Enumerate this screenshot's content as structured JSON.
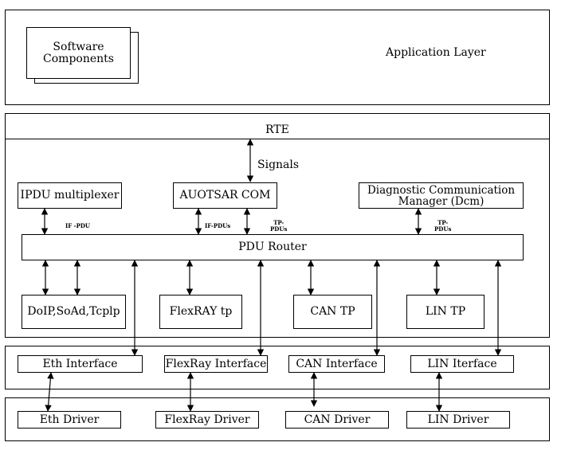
{
  "layers": {
    "application": "Application Layer",
    "rte": "RTE"
  },
  "software_components": "Software Components",
  "signals": "Signals",
  "modules": {
    "ipdu_multiplexer": "IPDU multiplexer",
    "autosar_com": "AUOTSAR COM",
    "dcm": "Diagnostic Communication Manager (Dcm)",
    "pdu_router": "PDU Router"
  },
  "pdu_labels": {
    "if_pdu": "IF -PDU",
    "if_pdus": "IF-PDUs",
    "tp_pdus_com": "TP-\nPDUs",
    "tp_pdus_dcm": "TP-\nPDUs"
  },
  "transport": {
    "soad": "DoIP,SoAd,Tcplp",
    "flexray_tp": "FlexRAY tp",
    "can_tp": "CAN TP",
    "lin_tp": "LIN TP"
  },
  "interfaces": {
    "eth": "Eth Interface",
    "flexray": "FlexRay Interface",
    "can": "CAN Interface",
    "lin": "LIN Iterface"
  },
  "drivers": {
    "eth": "Eth Driver",
    "flexray": "FlexRay Driver",
    "can": "CAN Driver",
    "lin": "LIN Driver"
  }
}
